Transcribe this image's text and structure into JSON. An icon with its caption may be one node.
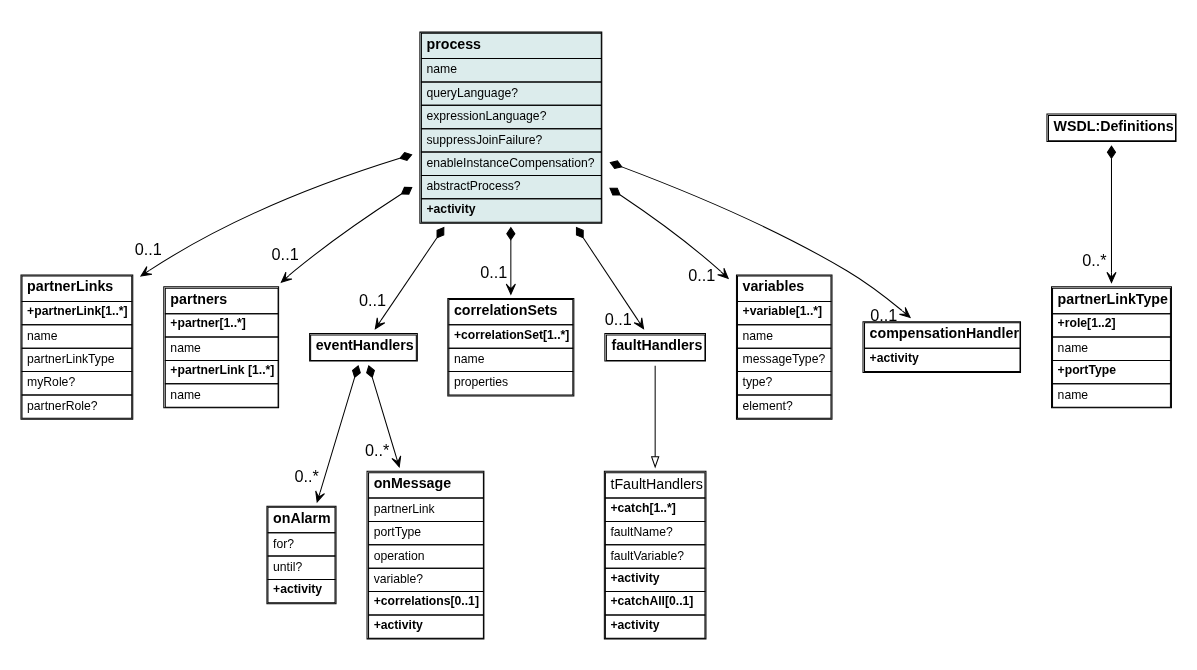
{
  "diagram": {
    "nodes": [
      {
        "text": [
          "partnerLinks",
          "+partnerLink[1..*]",
          "name",
          "partnerLinkType",
          "myRole?",
          "partnerRole?"
        ]
      },
      {
        "text": [
          "partners",
          "+partner[1..*]",
          "name",
          "+partnerLink [1..*]",
          "name"
        ]
      },
      {
        "text": [
          "eventHandlers"
        ]
      },
      {
        "text": [
          "onAlarm",
          "for?",
          "until?",
          "+activity"
        ]
      },
      {
        "text": [
          "onMessage",
          "partnerLink",
          "portType",
          "operation",
          "variable?",
          "+correlations[0..1]",
          "+activity"
        ]
      },
      {
        "text": [
          "process",
          "name",
          "queryLanguage?",
          "expressionLanguage?",
          "suppressJoinFailure?",
          "enableInstanceCompensation?",
          "abstractProcess?",
          "+activity"
        ]
      },
      {
        "text": [
          "correlationSets",
          "+correlationSet[1..*]",
          "name",
          "properties"
        ]
      },
      {
        "text": [
          "faultHandlers"
        ]
      },
      {
        "text": [
          "tFaultHandlers",
          "+catch[1..*]",
          "faultName?",
          "faultVariable?",
          "+activity",
          "+catchAll[0..1]",
          "+activity"
        ]
      },
      {
        "text": [
          "WSDL:Definitions"
        ]
      },
      {
        "text": [
          "variables",
          "+variable[1..*]",
          "name",
          "messageType?",
          "type?",
          "element?"
        ]
      },
      {
        "text": [
          "partnerLinkType",
          "+role[1..2]",
          "name",
          "+portType",
          "name"
        ]
      },
      {
        "text": [
          "compensationHandler",
          "+activity"
        ]
      }
    ],
    "edges": [
      {
        "from": 5,
        "to": 0,
        "arrow": "to",
        "label": "0..1"
      },
      {
        "from": 5,
        "to": 7,
        "arrow": "to",
        "label": "0..1"
      },
      {
        "from": 5,
        "to": 1,
        "arrow": "to",
        "label": "0..1"
      },
      {
        "from": 5,
        "to": 2,
        "arrow": "to",
        "label": "0..1"
      },
      {
        "from": 5,
        "to": 6,
        "arrow": "to",
        "label": "0..1"
      },
      {
        "from": 5,
        "to": 10,
        "arrow": "to",
        "label": "0..1"
      },
      {
        "from": 5,
        "to": 12,
        "arrow": "to",
        "label": "0..1"
      },
      {
        "from": 2,
        "to": 4,
        "arrow": "to",
        "label": "0..*"
      },
      {
        "from": 2,
        "to": 3,
        "arrow": "to",
        "label": "0..*"
      },
      {
        "from": 7,
        "to": 8,
        "arrow": "to"
      },
      {
        "from": 9,
        "to": 11,
        "arrow": "to",
        "label": "0..*"
      }
    ]
  }
}
